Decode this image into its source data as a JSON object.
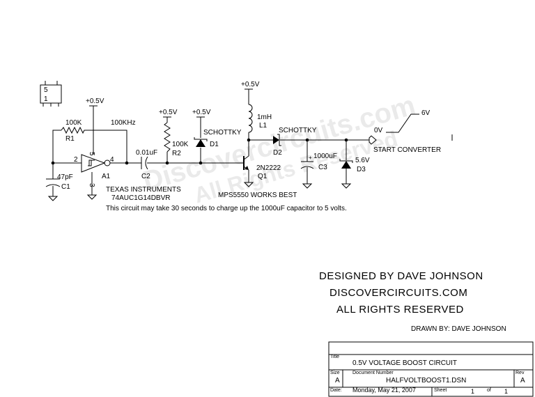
{
  "watermark": {
    "line1": "Discovercircuits.com",
    "line2": "All Rights Reserved"
  },
  "chip": {
    "pin_top": "5",
    "pin_bottom": "1"
  },
  "components": {
    "r1": {
      "value": "100K",
      "ref": "R1"
    },
    "freq": "100KHz",
    "c1": {
      "value": "47pF",
      "ref": "C1"
    },
    "a1": {
      "ref": "A1",
      "pin_in": "2",
      "pin_out": "4",
      "pin_vcc": "5",
      "pin_gnd": "3"
    },
    "c2": {
      "value": "0.01uF",
      "ref": "C2"
    },
    "r2": {
      "value": "100K",
      "ref": "R2"
    },
    "d1": {
      "type": "SCHOTTKY",
      "ref": "D1"
    },
    "l1": {
      "value": "1mH",
      "ref": "L1"
    },
    "q1": {
      "part": "2N2222",
      "ref": "Q1",
      "note": "MPS5550 WORKS BEST"
    },
    "d2": {
      "type": "SCHOTTKY",
      "ref": "D2"
    },
    "c3": {
      "value": "1000uF",
      "ref": "C3"
    },
    "d3": {
      "value": "5.6V",
      "ref": "D3"
    }
  },
  "supplies": {
    "vcc_a1": "+0.5V",
    "vcc_r2": "+0.5V",
    "vcc_d1": "+0.5V",
    "vcc_l1": "+0.5V"
  },
  "ic_maker": {
    "line1": "TEXAS  INSTRUMENTS",
    "line2": "74AUC1G14DBVR"
  },
  "note": "This circuit may take 30 seconds to charge up the 1000uF capacitor to 5 volts.",
  "output": {
    "label": "START CONVERTER",
    "level_low": "0V",
    "level_high": "6V"
  },
  "credits": {
    "line1": "DESIGNED BY DAVE JOHNSON",
    "line2": "DISCOVERCIRCUITS.COM",
    "line3": "ALL RIGHTS RESERVED"
  },
  "drawn_by": "DRAWN BY: DAVE JOHNSON",
  "title_block": {
    "title_label": "Title",
    "title": "0.5V VOLTAGE BOOST CIRCUIT",
    "size_label": "Size",
    "size": "A",
    "docnum_label": "Document Number",
    "docnum": "HALFVOLTBOOST1.DSN",
    "rev_label": "Rev",
    "rev": "A",
    "date_label": "Date:",
    "date": "Monday, May 21, 2007",
    "sheet_label": "Sheet",
    "sheet": "1",
    "of_label": "of",
    "sheets": "1"
  }
}
